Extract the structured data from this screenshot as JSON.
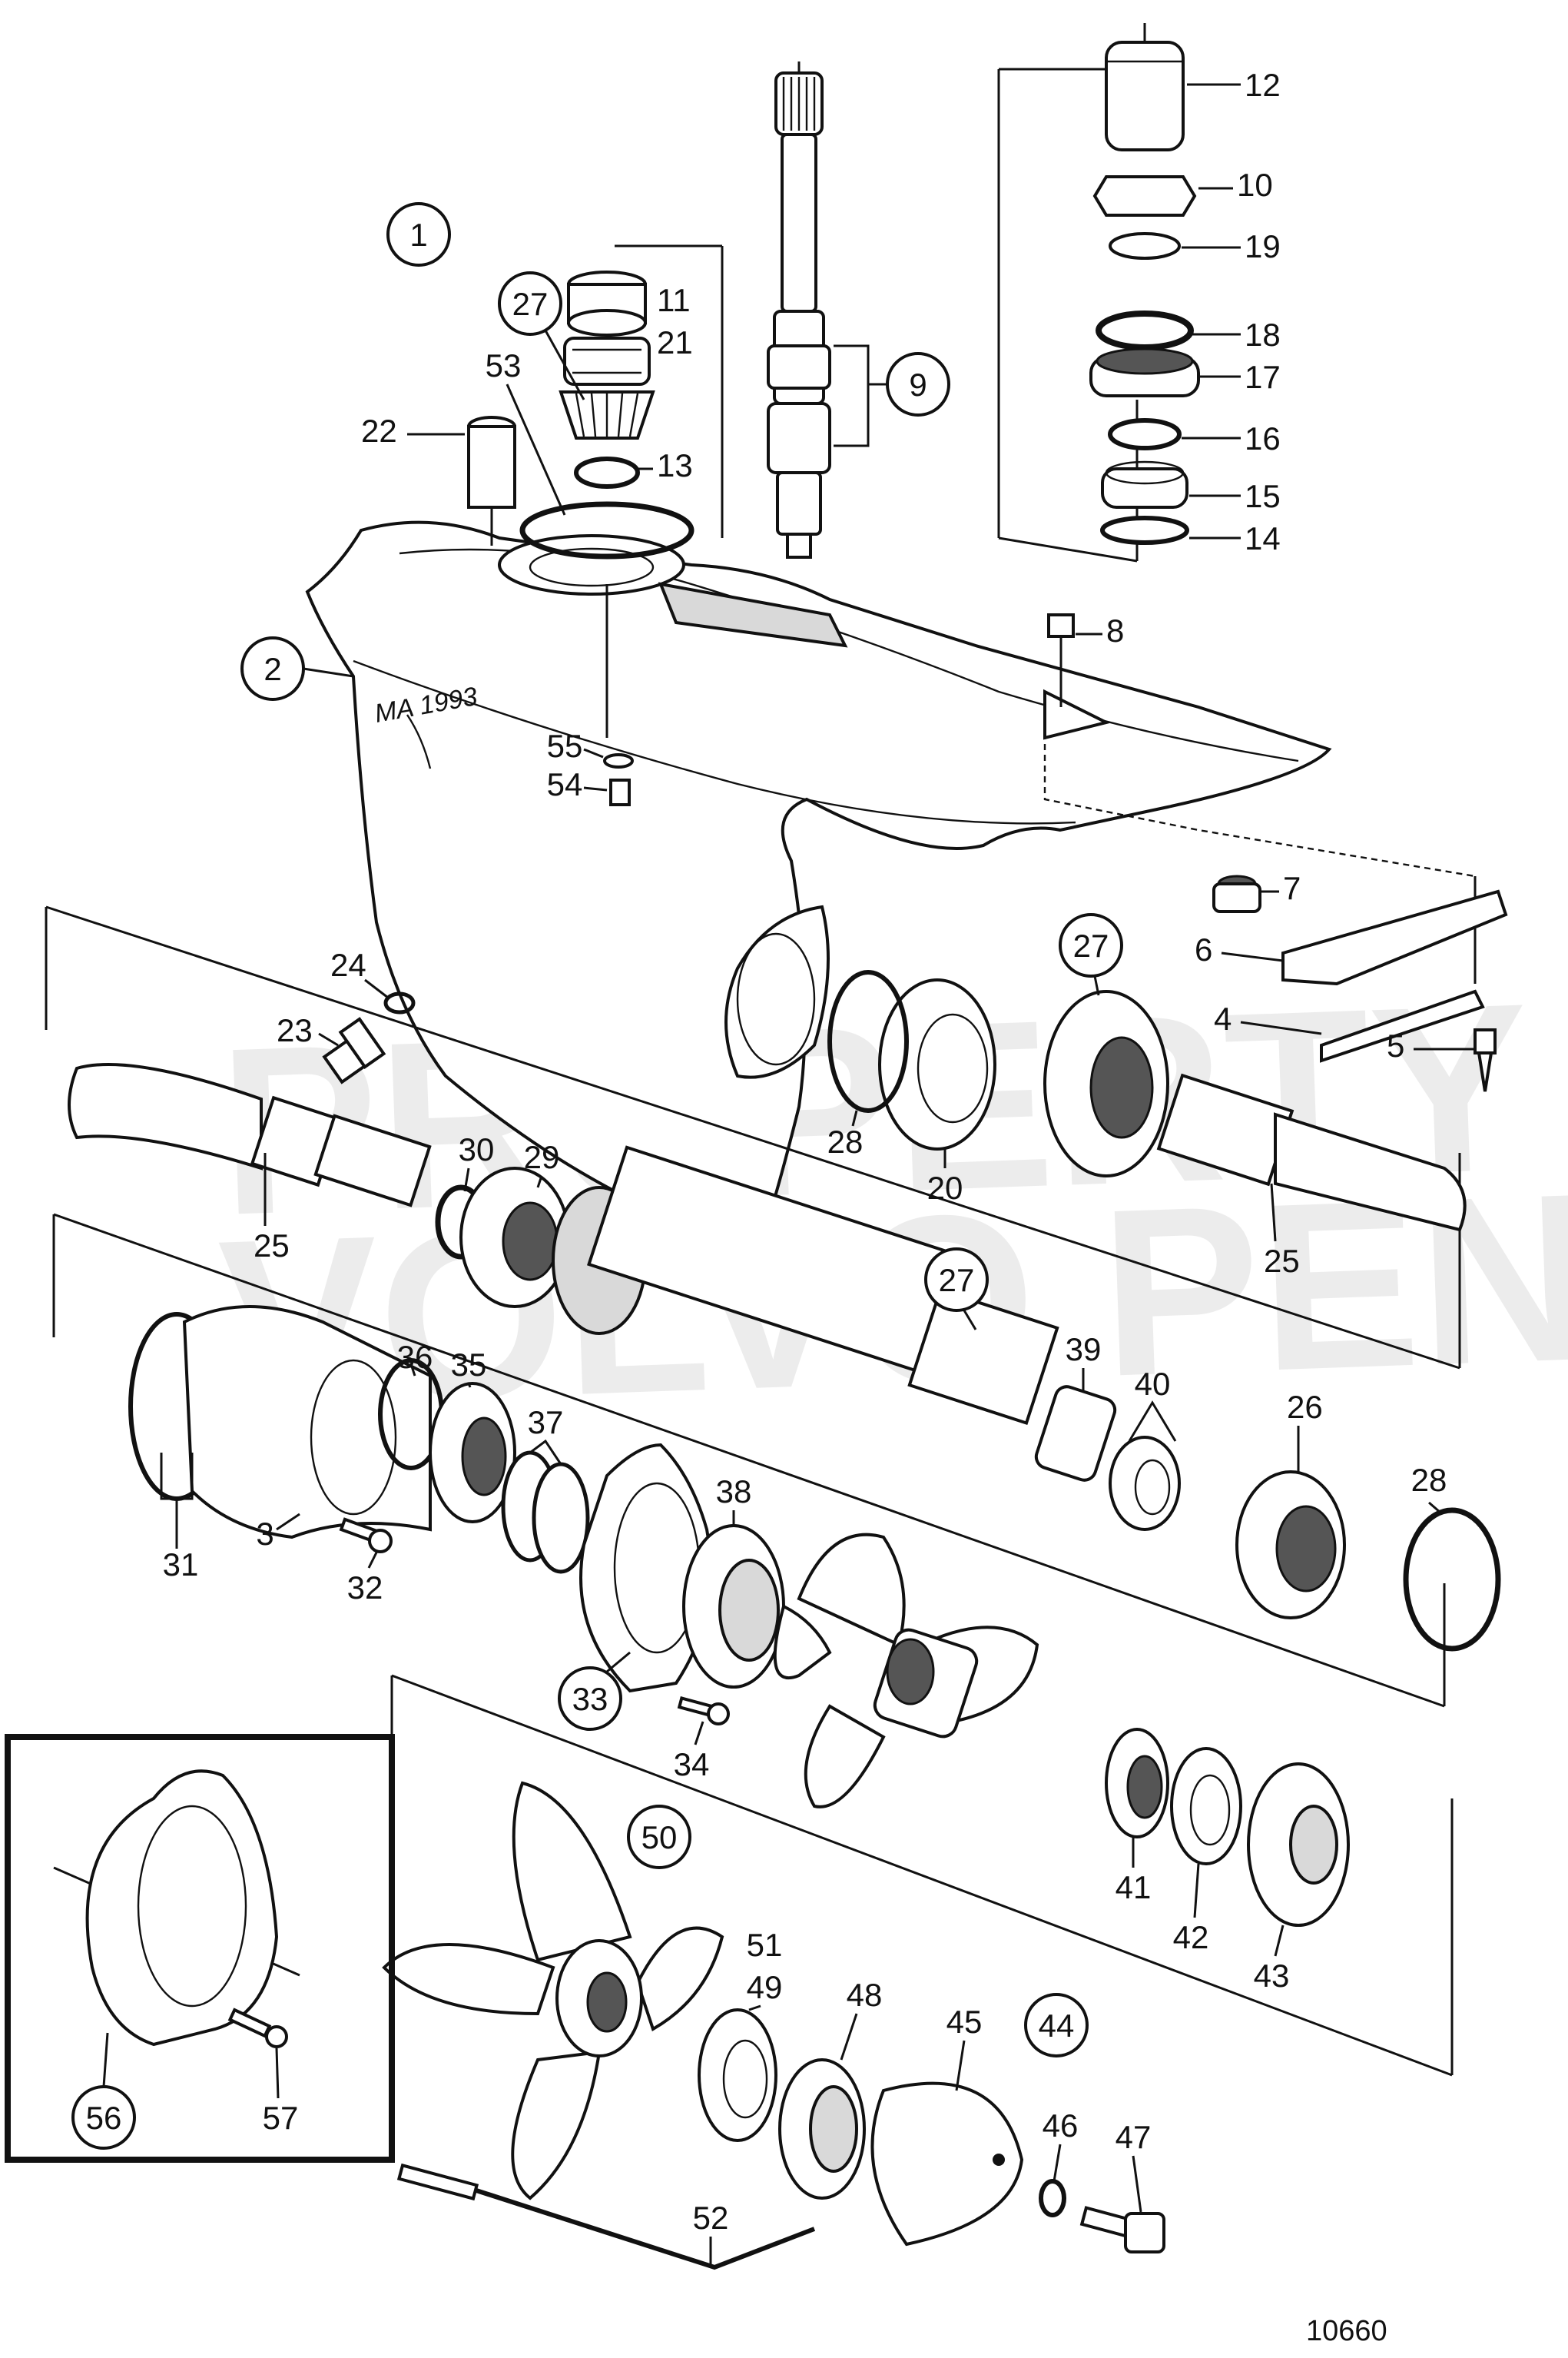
{
  "figure_id": "10660",
  "watermark": [
    "PROPERTY OF",
    "VOLVO PENTA"
  ],
  "labels": {
    "l1": "1",
    "l2": "2",
    "l3": "3",
    "l4": "4",
    "l5": "5",
    "l6": "6",
    "l7": "7",
    "l8": "8",
    "l9": "9",
    "l10": "10",
    "l11": "11",
    "l12": "12",
    "l13": "13",
    "l14": "14",
    "l15": "15",
    "l16": "16",
    "l17": "17",
    "l18": "18",
    "l19": "19",
    "l20": "20",
    "l21": "21",
    "l22": "22",
    "l23": "23",
    "l24": "24",
    "l25a": "25",
    "l25b": "25",
    "l26": "26",
    "l27a": "27",
    "l27b": "27",
    "l27c": "27",
    "l28a": "28",
    "l28b": "28",
    "l29": "29",
    "l30": "30",
    "l31": "31",
    "l32": "32",
    "l33": "33",
    "l34": "34",
    "l35": "35",
    "l36": "36",
    "l37": "37",
    "l38": "38",
    "l39": "39",
    "l40": "40",
    "l41": "41",
    "l42": "42",
    "l43": "43",
    "l44": "44",
    "l45": "45",
    "l46": "46",
    "l47": "47",
    "l48": "48",
    "l49": "49",
    "l50": "50",
    "l51": "51",
    "l52": "52",
    "l53": "53",
    "l54": "54",
    "l55": "55",
    "l56": "56",
    "l57": "57"
  }
}
